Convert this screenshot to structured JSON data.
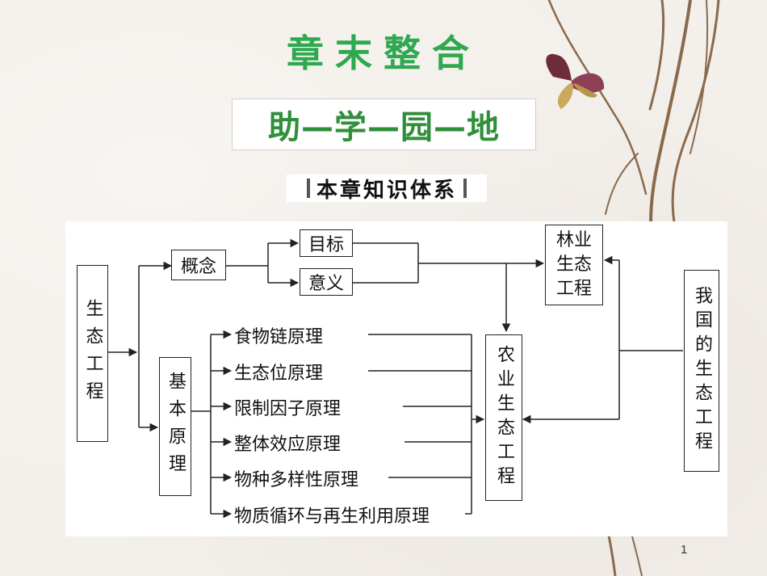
{
  "slide": {
    "title": "章末整合",
    "subtitle": "助—学—园—地",
    "section_label": "本章知识体系",
    "page_number": "1"
  },
  "diagram": {
    "root": "生态工程",
    "concept": "概念",
    "concept_children": [
      "目标",
      "意义"
    ],
    "basic_principles": "基本原理",
    "principles": [
      "食物链原理",
      "生态位原理",
      "限制因子原理",
      "整体效应原理",
      "物种多样性原理",
      "物质循环与再生利用原理"
    ],
    "forestry": "林业\n生态\n工程",
    "agriculture": "农业生态工程",
    "china": "我国的生态工程"
  },
  "colors": {
    "title_green": "#2fa850",
    "subtitle_green": "#2f8f3a",
    "line": "#222222"
  }
}
